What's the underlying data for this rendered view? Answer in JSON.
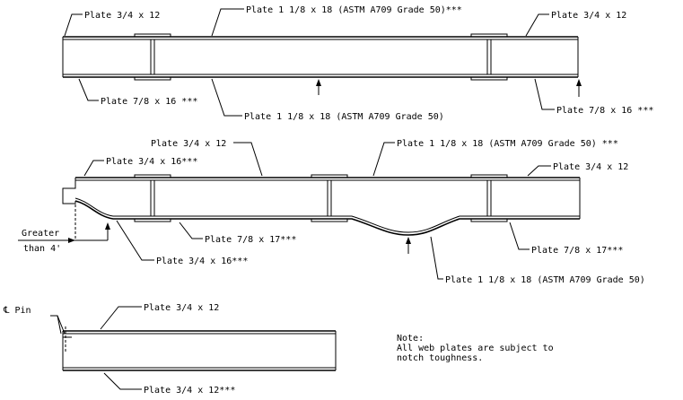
{
  "beam1": {
    "label_top_left": "Plate 3/4 x 12",
    "label_top_center": "Plate 1 1/8 x 18 (ASTM A709 Grade 50)***",
    "label_top_right": "Plate 3/4 x 12",
    "label_bottom_left": "Plate 7/8 x 16 ***",
    "label_bottom_center": "Plate 1 1/8 x 18 (ASTM A709 Grade 50)",
    "label_bottom_right": "Plate 7/8 x 16 ***"
  },
  "beam2": {
    "label_top_center": "Plate 3/4 x 12",
    "label_top_web": "Plate 1 1/8 x 18 (ASTM A709 Grade 50) ***",
    "label_top_left": "Plate 3/4 x 16***",
    "label_top_right": "Plate 3/4 x 12",
    "label_bottom_center": "Plate 7/8 x 17***",
    "label_bottom_right": "Plate 7/8 x 17***",
    "label_bottom_left": "Plate 3/4 x 16***",
    "label_web_bottom": "Plate 1 1/8 x 18 (ASTM A709 Grade 50)",
    "greater_line1": "Greater",
    "greater_line2": "than 4'"
  },
  "beam3": {
    "pin_label": "℄ Pin",
    "label_top": "Plate 3/4 x 12",
    "label_bottom": "Plate 3/4 x 12***"
  },
  "note": {
    "title": "Note:",
    "line1": "All web plates are subject to",
    "line2": "notch toughness."
  }
}
